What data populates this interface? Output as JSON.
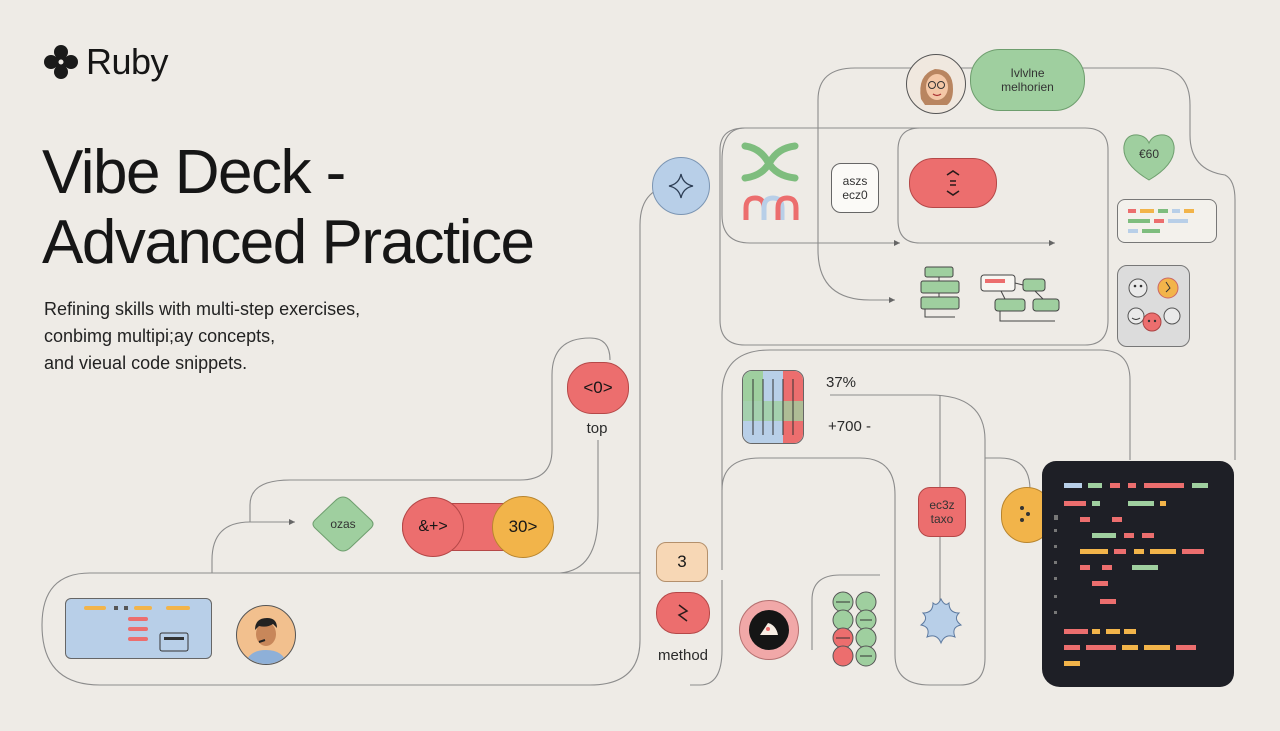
{
  "brand": {
    "name": "Ruby",
    "logo_icon": "flower-logo-icon"
  },
  "hero": {
    "title_line1": "Vibe Deck -",
    "title_line2": "Advanced Practice",
    "subtitle_line1": "Refining skills with multi-step exercises,",
    "subtitle_line2": "conbimg multipi;ay concepts,",
    "subtitle_line3": "and vieual code snippets."
  },
  "nodes": {
    "pill_top_right_line1": "Ivlvlne",
    "pill_top_right_line2": "melhorien",
    "heart_badge": "€60",
    "small_card_line1": "aszs",
    "small_card_line2": "ecz0",
    "diamond_left": "ozas",
    "red_pill_left": "&+>",
    "orange_circle_left": "30>",
    "code_circle": "<0>",
    "code_circle_caption": "top",
    "stat_top": "37%",
    "stat_bottom": "+700 -",
    "peach_square": "3",
    "method_caption": "method",
    "red_vertical_line1": "ec3z",
    "red_vertical_line2": "taxo"
  },
  "colors": {
    "background": "#eeebe6",
    "green": "#9fcf9f",
    "red": "#ec6e6e",
    "orange": "#f2b44a",
    "blue": "#b8cfe8",
    "peach": "#f7d7b5",
    "code_bg": "#1e1f26",
    "line": "#8a8a8a"
  }
}
